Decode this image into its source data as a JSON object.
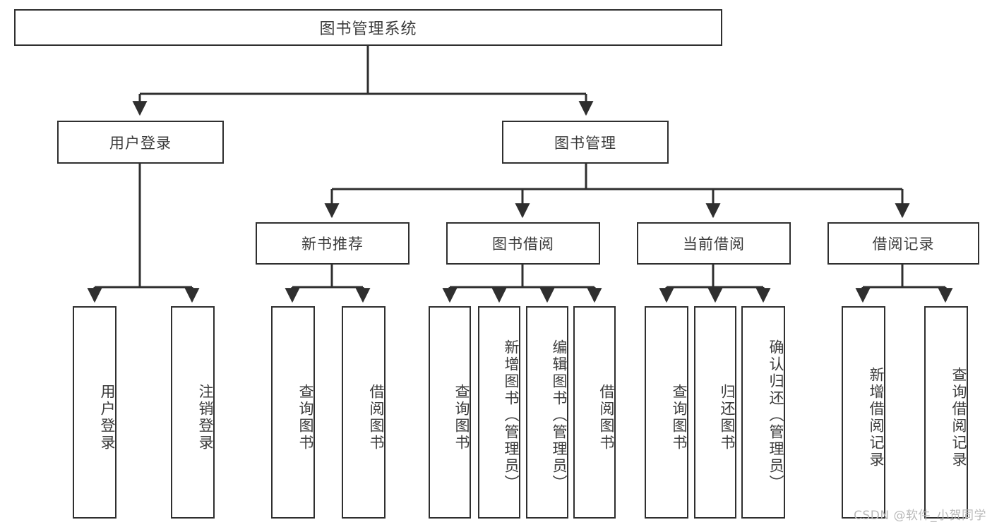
{
  "diagram": {
    "title": "图书管理系统",
    "type": "tree-hierarchy-chart",
    "stroke_color": "#2f2f2f",
    "text_color": "#3c3c3c",
    "background_color": "#ffffff"
  },
  "nodes": {
    "root": {
      "label": "图书管理系统"
    },
    "level2": [
      {
        "label": "用户登录"
      },
      {
        "label": "图书管理"
      }
    ],
    "level3": [
      {
        "label": "新书推荐"
      },
      {
        "label": "图书借阅"
      },
      {
        "label": "当前借阅"
      },
      {
        "label": "借阅记录"
      }
    ],
    "leaves_user_login": [
      {
        "label": "用户登录"
      },
      {
        "label": "注销登录"
      }
    ],
    "leaves_new_book": [
      {
        "label": "查询图书"
      },
      {
        "label": "借阅图书"
      }
    ],
    "leaves_borrow": [
      {
        "label": "查询图书"
      },
      {
        "label": "新增图书（管理员）"
      },
      {
        "label": "编辑图书（管理员）"
      },
      {
        "label": "借阅图书"
      }
    ],
    "leaves_current": [
      {
        "label": "查询图书"
      },
      {
        "label": "归还图书"
      },
      {
        "label": "确认归还（管理员）"
      }
    ],
    "leaves_records": [
      {
        "label": "新增借阅记录"
      },
      {
        "label": "查询借阅记录"
      }
    ]
  },
  "watermark": {
    "text": "CSDN @软件_小贺同学"
  }
}
